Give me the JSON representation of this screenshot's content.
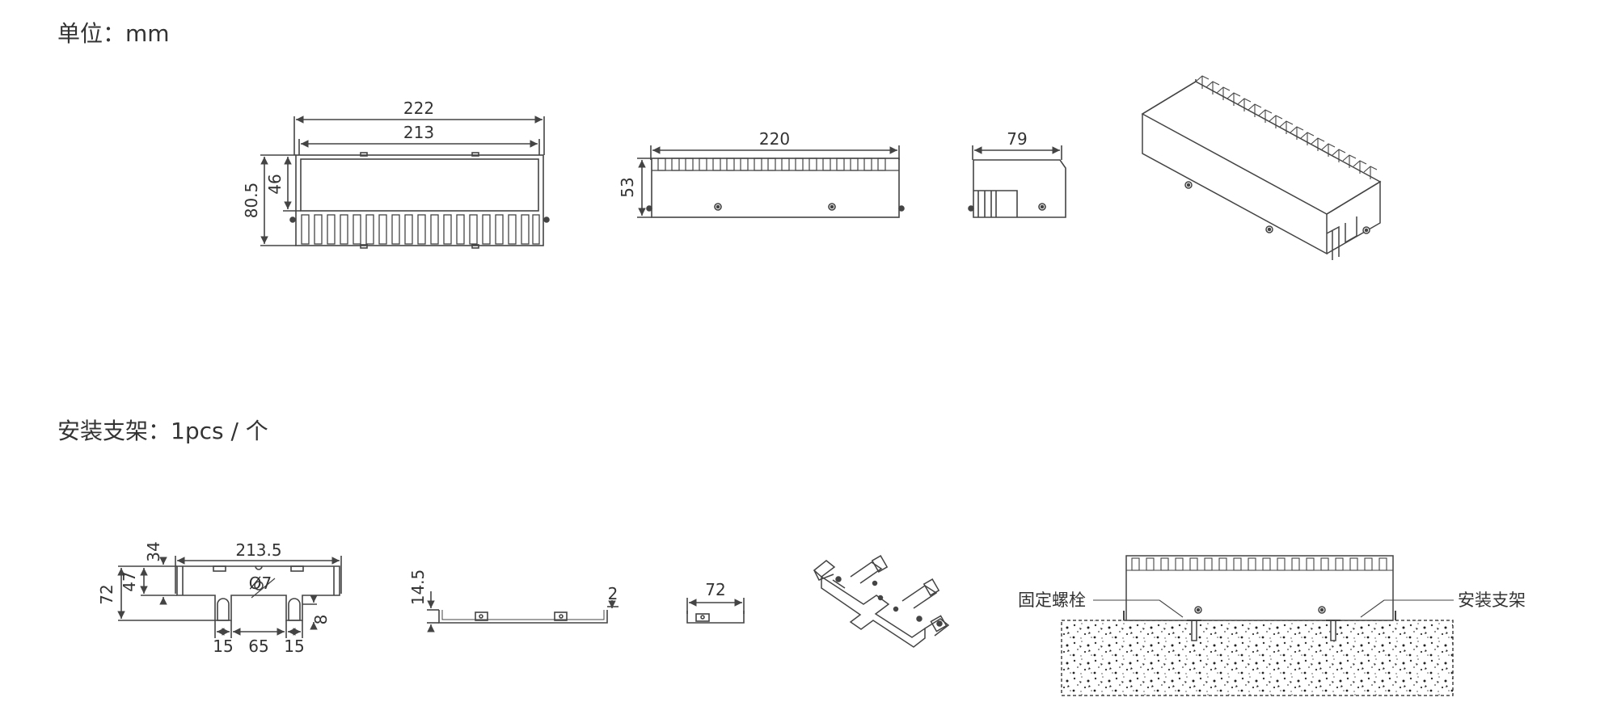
{
  "headings": {
    "unit": "单位：mm",
    "bracket": "安装支架：1pcs / 个"
  },
  "dimensions": {
    "front_width_outer": "222",
    "front_width_inner": "213",
    "front_height_total": "80.5",
    "front_height_panel": "46",
    "side_length": "220",
    "side_height": "53",
    "end_width": "79",
    "bracket_length": "213.5",
    "bracket_depth_total": "72",
    "bracket_depth_mid": "47",
    "bracket_depth_top": "34",
    "bracket_hole": "Ø7",
    "bracket_slot": "8",
    "bracket_spacing_left": "15",
    "bracket_spacing_mid": "65",
    "bracket_spacing_right": "15",
    "bracket_side_height": "14.5",
    "bracket_thickness": "2",
    "bracket_end_width": "72"
  },
  "callouts": {
    "bolt": "固定螺栓",
    "bracket": "安装支架"
  }
}
